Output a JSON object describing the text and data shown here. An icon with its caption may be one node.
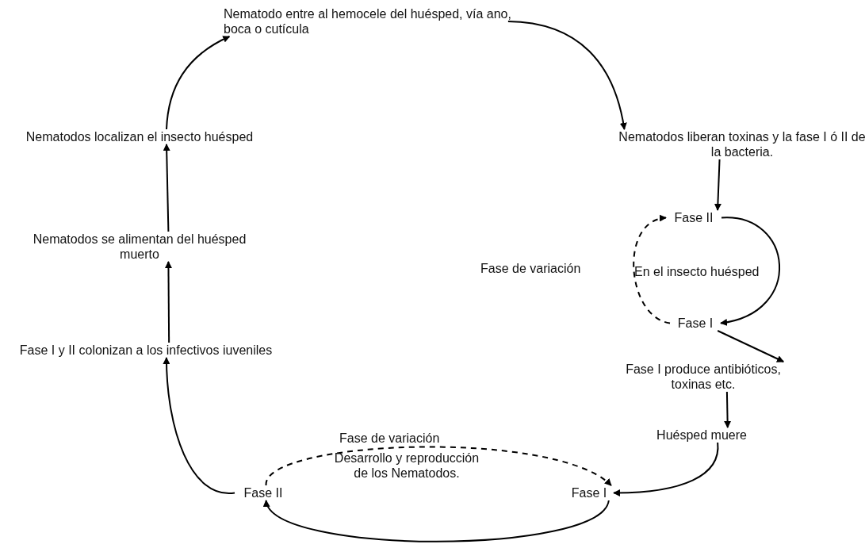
{
  "diagram": {
    "nodes": [
      {
        "text": [
          "Nematodo entre al hemocele del huésped, vía ano, boca o cutícula"
        ]
      },
      {
        "text": [
          "Nematodos liberan toxinas y la fase I ó II de la bacteria."
        ]
      },
      {
        "text": [
          "Fase II"
        ]
      },
      {
        "text": [
          "Fase I"
        ]
      },
      {
        "text": [
          "Fase I produce antibióticos, toxinas etc."
        ]
      },
      {
        "text": [
          "Huésped muere"
        ]
      },
      {
        "text": [
          "Fase I"
        ]
      },
      {
        "text": [
          "Fase II"
        ]
      },
      {
        "text": [
          "Fase I y II colonizan a los infectivos iuveniles"
        ]
      },
      {
        "text": [
          "Nematodos se alimentan del huésped muerto"
        ]
      },
      {
        "text": [
          "Nematodos localizan el insecto huésped"
        ]
      }
    ],
    "edges": [
      {
        "from": 10,
        "to": 0,
        "arrow": "to"
      },
      {
        "from": 0,
        "to": 1,
        "arrow": "to"
      },
      {
        "from": 1,
        "to": 2,
        "arrow": "to"
      },
      {
        "from": 2,
        "to": 3,
        "arrow": "to"
      },
      {
        "from": 3,
        "to": 2,
        "arrow": "to",
        "style": "dashed"
      },
      {
        "from": 3,
        "to": 4,
        "arrow": "to"
      },
      {
        "from": 4,
        "to": 5,
        "arrow": "to"
      },
      {
        "from": 5,
        "to": 6,
        "arrow": "to"
      },
      {
        "from": 7,
        "to": 6,
        "arrow": "to",
        "style": "dashed"
      },
      {
        "from": 6,
        "to": 7,
        "arrow": "to"
      },
      {
        "from": 7,
        "to": 8,
        "arrow": "to"
      },
      {
        "from": 8,
        "to": 9,
        "arrow": "to"
      },
      {
        "from": 9,
        "to": 10,
        "arrow": "to"
      }
    ],
    "labels": [
      "Fase de variación",
      "En el insecto huésped",
      "Fase de variación",
      "Desarrollo y reproducción de los Nematodos."
    ]
  }
}
